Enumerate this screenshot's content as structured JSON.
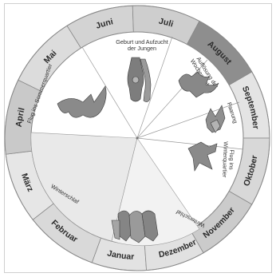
{
  "months": [
    {
      "label": "Januar",
      "fill": "#e2e2e2"
    },
    {
      "label": "Februar",
      "fill": "#d9d9d9"
    },
    {
      "label": "März",
      "fill": "#e6e6e6"
    },
    {
      "label": "April",
      "fill": "#c9c9c9"
    },
    {
      "label": "Mai",
      "fill": "#dcdcdc"
    },
    {
      "label": "Juni",
      "fill": "#d3d3d3"
    },
    {
      "label": "Juli",
      "fill": "#cecece"
    },
    {
      "label": "August",
      "fill": "#8e8e8e"
    },
    {
      "label": "September",
      "fill": "#e4e4e4"
    },
    {
      "label": "Oktober",
      "fill": "#d8d8d8"
    },
    {
      "label": "November",
      "fill": "#cbcbcb"
    },
    {
      "label": "Dezember",
      "fill": "#e1e1e1"
    }
  ],
  "phases": {
    "birth": "Geburt und Aufzucht",
    "birth_2": "der Jungen",
    "nursery": "Auflösung der",
    "nursery_2": "Wochenstuben",
    "mating": "Paarung",
    "to_winter": "Flug ins",
    "to_winter_2": "Winterquartier",
    "to_summer": "Flug ins Sommerquartier",
    "hibernation_left": "Winterschlaf",
    "hibernation_right": "Winterschlaf"
  },
  "colors": {
    "winter_sector": "#e9e9e9",
    "summer_sector": "#ffffff",
    "outline": "#888888",
    "bat": "#7a7a7a"
  }
}
